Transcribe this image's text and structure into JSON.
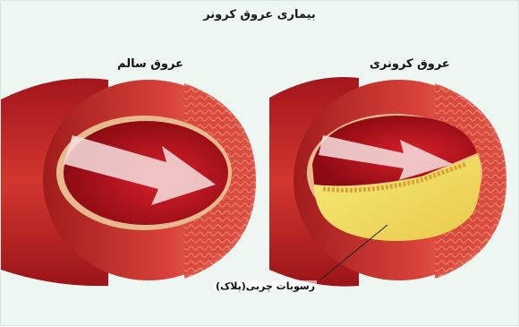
{
  "title": "بیماری عروق کرونر",
  "labels": {
    "healthy_artery": "عروق سالم",
    "coronary_artery": "عروق کرونری",
    "plaque": "رسوبات چربی(پلاک)"
  },
  "colors": {
    "background": "#eef6f1",
    "artery_wall": "#c3322b",
    "artery_wall_light": "#e0554a",
    "blood": "#c7101a",
    "inner_lining": "#e8b98c",
    "plaque": "#f0e25c",
    "plaque_dark": "#d9a73c",
    "arrow": "#f6dede"
  }
}
